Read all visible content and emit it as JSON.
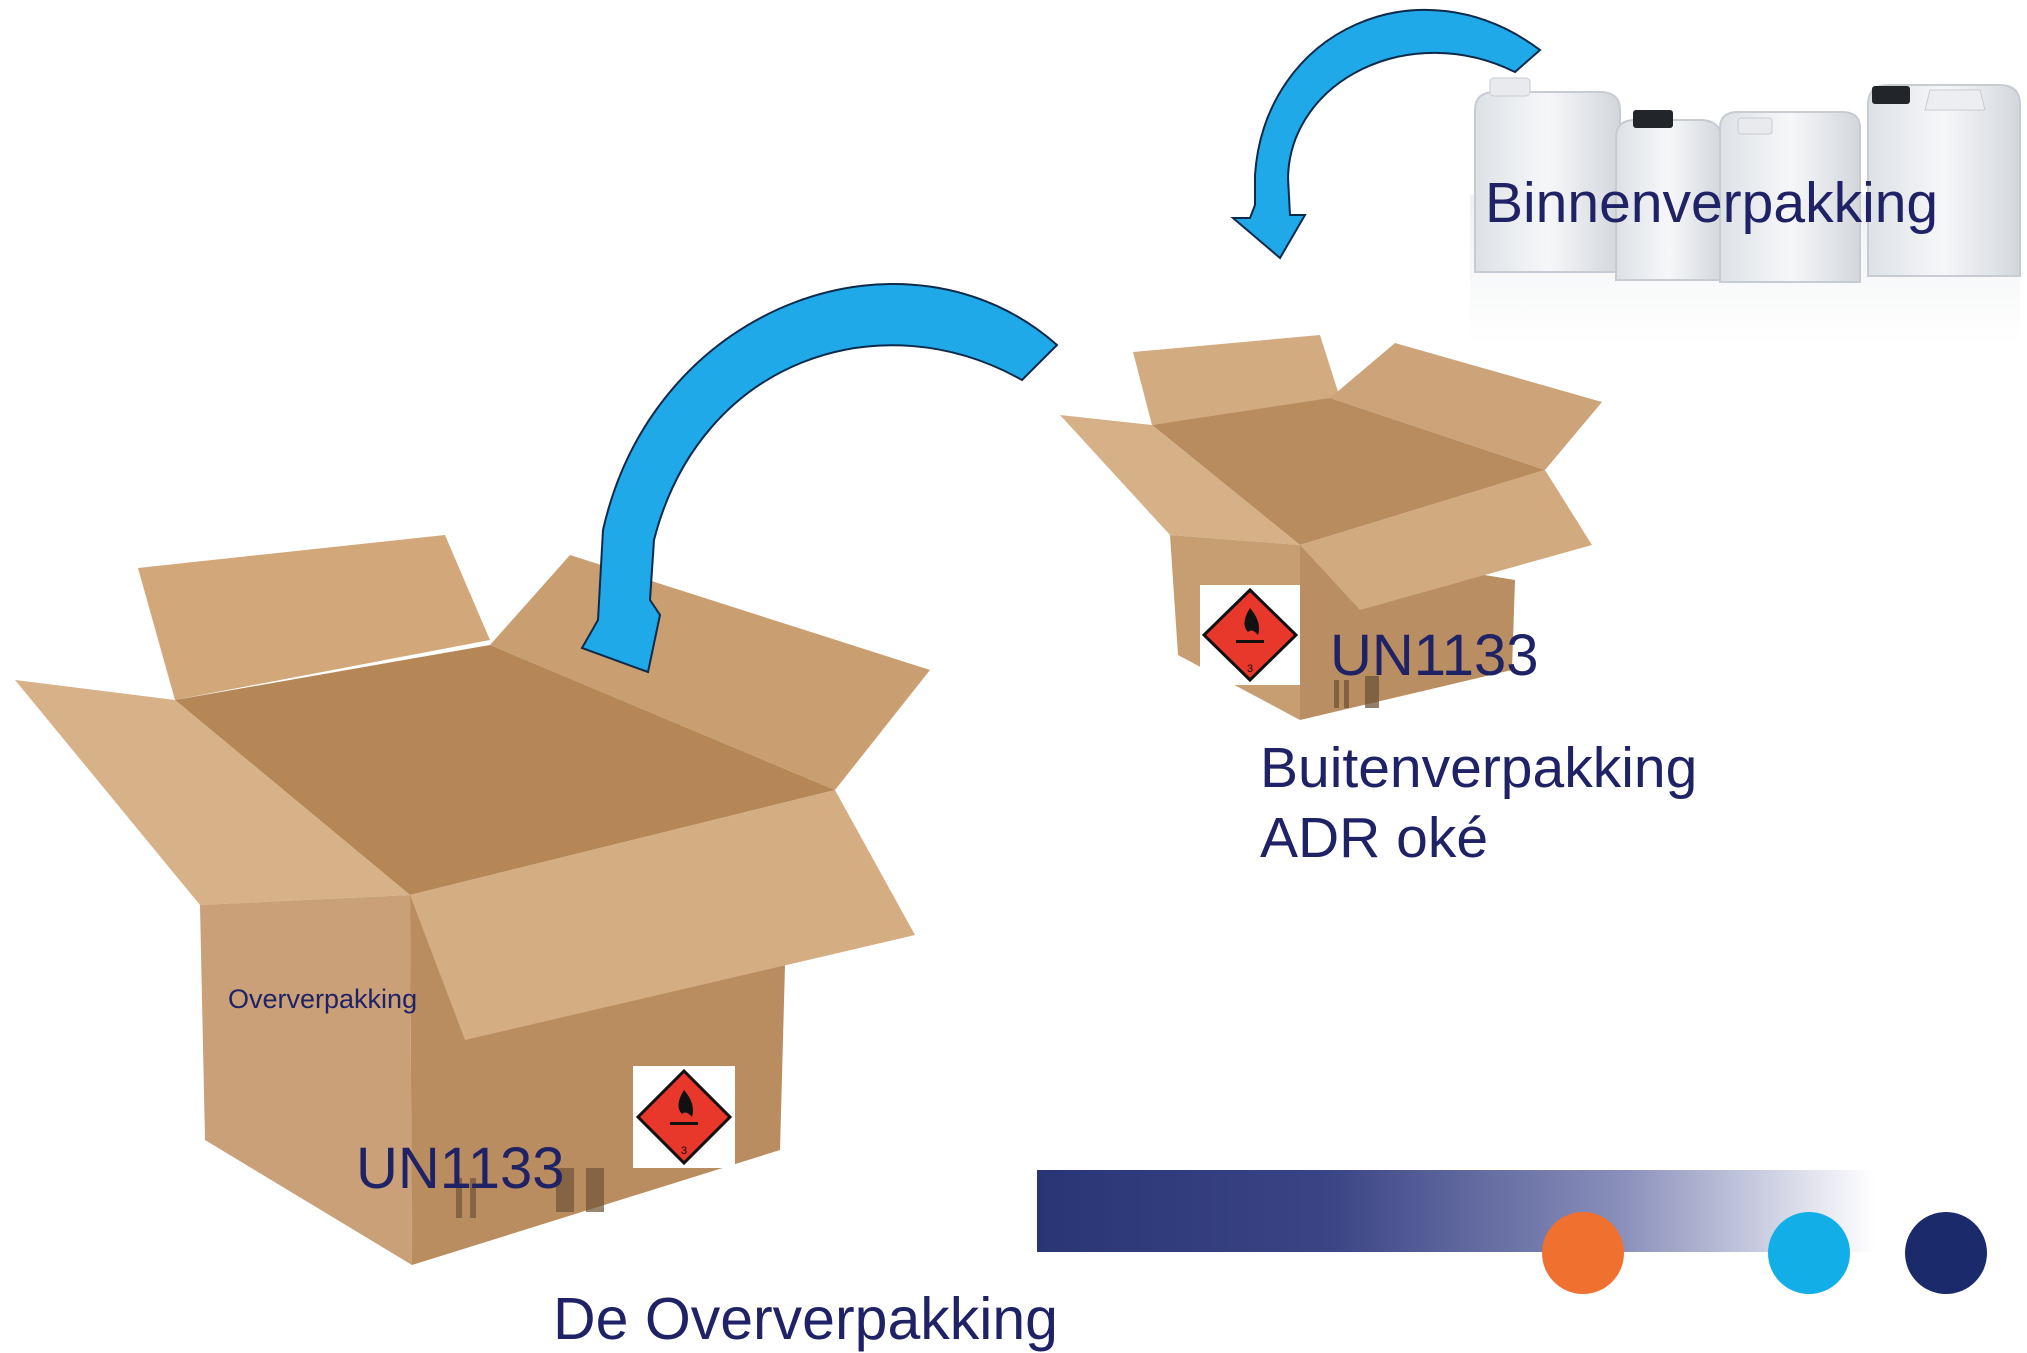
{
  "labels": {
    "inner_packaging": "Binnenverpakking",
    "outer_un_number": "UN1133",
    "outer_packaging_line1": "Buitenverpakking",
    "outer_packaging_line2": "ADR oké",
    "overpack_small": "Oververpakking",
    "overpack_un_number": "UN1133",
    "overpack_caption": "De Oververpakking"
  },
  "hazard_label_class": "3",
  "colors": {
    "text": "#1f2366",
    "arrow": "#1fa9e8",
    "hazard_red": "#e8372b",
    "cardboard": "#c9a077",
    "bar_start": "#2a3575",
    "dot_orange": "#f07030",
    "dot_cyan": "#12aee8",
    "dot_navy": "#1b2a6b"
  }
}
